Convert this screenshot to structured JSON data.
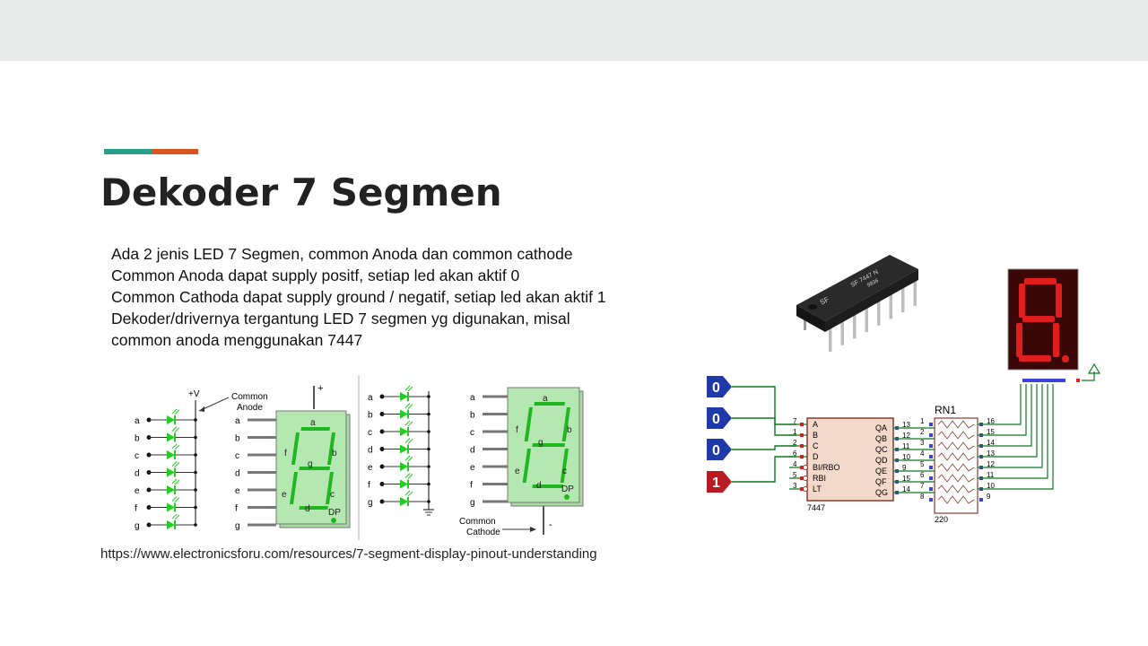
{
  "slide": {
    "title": "Dekoder 7 Segmen",
    "accent_colors": [
      "#2a9d8f",
      "#d9541e"
    ],
    "body_lines": [
      "Ada 2 jenis LED 7 Segmen, common Anoda dan common cathode",
      "Common Anoda dapat supply positf, setiap led akan aktif 0",
      "Common Cathoda dapat supply ground / negatif, setiap led akan aktif 1",
      "Dekoder/drivernya  tergantung LED 7 segmen yg digunakan, misal",
      "common anoda menggunakan 7447"
    ],
    "source_url": "https://www.electronicsforu.com/resources/7-segment-display-pinout-understanding"
  },
  "anode_figure": {
    "supply_label": "+V",
    "common_label": "Common Anode",
    "plus_label": "+",
    "pins": [
      "a",
      "b",
      "c",
      "d",
      "e",
      "f",
      "g"
    ],
    "display_labels": [
      "a",
      "f",
      "b",
      "g",
      "e",
      "c",
      "d",
      "DP"
    ]
  },
  "cathode_figure": {
    "common_label": "Common Cathode",
    "minus_label": "-",
    "pins": [
      "a",
      "b",
      "c",
      "d",
      "e",
      "f",
      "g"
    ],
    "display_labels": [
      "a",
      "f",
      "g",
      "b",
      "e",
      "c",
      "d",
      "DP"
    ]
  },
  "chip": {
    "marking": "SF 7447 N",
    "code": "9836"
  },
  "circuit": {
    "inputs": [
      "0",
      "0",
      "0",
      "1"
    ],
    "decoder": {
      "name": "7447",
      "left_pins": [
        {
          "num": "7",
          "name": "A"
        },
        {
          "num": "1",
          "name": "B"
        },
        {
          "num": "2",
          "name": "C"
        },
        {
          "num": "6",
          "name": "D"
        },
        {
          "num": "4",
          "name": "BI/RBO"
        },
        {
          "num": "5",
          "name": "RBI"
        },
        {
          "num": "3",
          "name": "LT"
        }
      ],
      "right_pins": [
        {
          "num": "13",
          "name": "QA"
        },
        {
          "num": "12",
          "name": "QB"
        },
        {
          "num": "11",
          "name": "QC"
        },
        {
          "num": "10",
          "name": "QD"
        },
        {
          "num": "9",
          "name": "QE"
        },
        {
          "num": "15",
          "name": "QF"
        },
        {
          "num": "14",
          "name": "QG"
        }
      ]
    },
    "resistor_network": {
      "name": "RN1",
      "value": "220",
      "left_pins": [
        "1",
        "2",
        "3",
        "4",
        "5",
        "6",
        "7",
        "8"
      ],
      "right_pins": [
        "16",
        "15",
        "14",
        "13",
        "12",
        "11",
        "10",
        "9"
      ]
    },
    "display_digit": "8",
    "colors": {
      "wire": "#0b7a1f",
      "input_zero": "#1f3aa8",
      "input_one": "#b81c22",
      "ic_fill": "#f3d9cc",
      "ic_border": "#8b3a2a",
      "segment_on": "#e01e1e",
      "led_green": "#22cc22"
    }
  }
}
